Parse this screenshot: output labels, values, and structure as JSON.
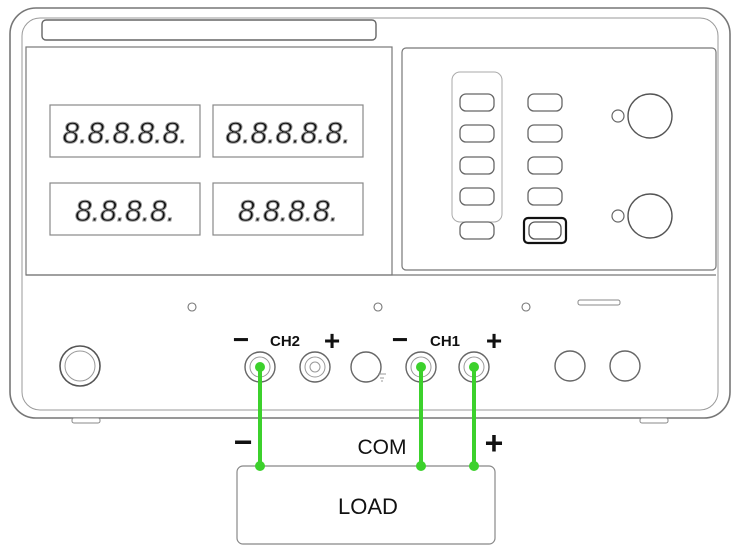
{
  "panel": {
    "ch2_label": "CH2",
    "ch1_label": "CH1",
    "minus_sign": "−",
    "plus_sign": "+",
    "display_digits_large": "8.8.8.8.8.",
    "display_digits_small": "8.8.8.8."
  },
  "wiring": {
    "com_label": "COM",
    "load_label": "LOAD",
    "minus_label": "−",
    "plus_label": "+",
    "wire_color": "#3cd12c"
  },
  "colors": {
    "outline": "#555555",
    "light_outline": "#9a9a9a",
    "display_digit": "#9a9a9a",
    "background": "#ffffff"
  }
}
